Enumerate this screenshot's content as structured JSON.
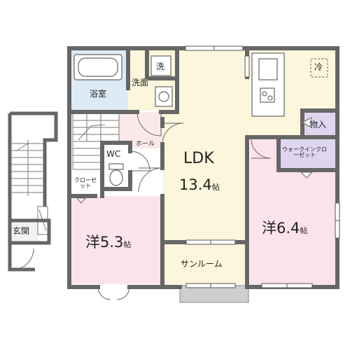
{
  "rooms": {
    "bath": "浴室",
    "laundry": "洗",
    "washroom": "洗面",
    "hall": "ホール",
    "wc": "WC",
    "closet": "クローゼット",
    "ldk_name": "LDK",
    "ldk_size": "13.4",
    "fridge": "冷",
    "storage": "物入",
    "walk_in_closet": "ウォークインクローゼット",
    "room_west_name": "洋",
    "room_west_size": "5.3",
    "room_east_name": "洋",
    "room_east_size": "6.4",
    "sunroom": "サンルーム",
    "entrance": "玄関",
    "unit_tatami": "帖"
  },
  "colors": {
    "wall": "#666666",
    "floor_wood": "#fbf6dc",
    "floor_bedroom": "#fbe3ec",
    "floor_bath": "#dceaf5",
    "floor_hall": "#fbe9ea",
    "floor_white": "#ffffff",
    "closet_purple": "#ded6ee"
  }
}
